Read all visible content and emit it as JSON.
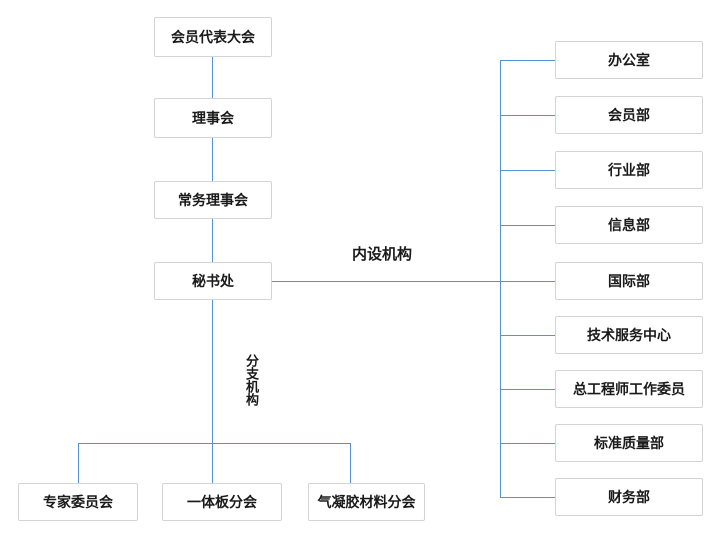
{
  "colors": {
    "connector": "#5594d2",
    "box_border": "#d4d4d4",
    "box_background": "#ffffff",
    "text": "#1a1a1a",
    "page_background": "#ffffff"
  },
  "org": {
    "main_chain": [
      "会员代表大会",
      "理事会",
      "常务理事会",
      "秘书处"
    ],
    "internal_label": "内设机构",
    "branch_label": "分支机构",
    "departments": [
      "办公室",
      "会员部",
      "行业部",
      "信息部",
      "国际部",
      "技术服务中心",
      "总工程师工作委员",
      "标准质量部",
      "财务部"
    ],
    "branches": [
      "专家委员会",
      "一体板分会",
      "气凝胶材料分会"
    ]
  }
}
